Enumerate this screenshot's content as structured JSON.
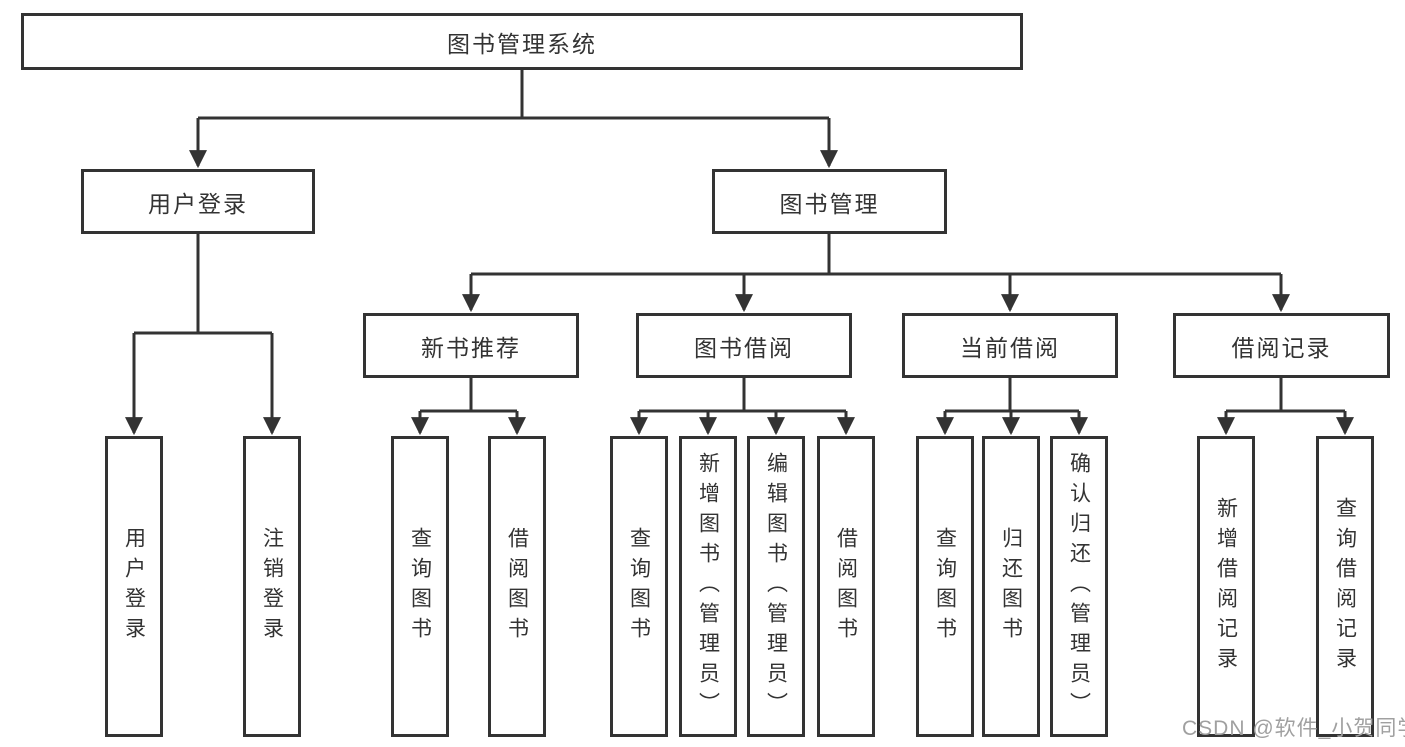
{
  "diagram": {
    "type": "hierarchy-tree",
    "colors": {
      "line": "#333333",
      "box_border": "#333333",
      "text": "#333333",
      "background": "#ffffff",
      "watermark": "#a0a0a0"
    },
    "watermark": "CSDN @软件_小贺同学"
  },
  "structure": {
    "label": "图书管理系统",
    "children": [
      {
        "label": "用户登录",
        "children": [
          {
            "label": "用户登录"
          },
          {
            "label": "注销登录"
          }
        ]
      },
      {
        "label": "图书管理",
        "children": [
          {
            "label": "新书推荐",
            "children": [
              {
                "label": "查询图书"
              },
              {
                "label": "借阅图书"
              }
            ]
          },
          {
            "label": "图书借阅",
            "children": [
              {
                "label": "查询图书"
              },
              {
                "label": "新增图书（管理员）"
              },
              {
                "label": "编辑图书（管理员）"
              },
              {
                "label": "借阅图书"
              }
            ]
          },
          {
            "label": "当前借阅",
            "children": [
              {
                "label": "查询图书"
              },
              {
                "label": "归还图书"
              },
              {
                "label": "确认归还（管理员）"
              }
            ]
          },
          {
            "label": "借阅记录",
            "children": [
              {
                "label": "新增借阅记录"
              },
              {
                "label": "查询借阅记录"
              }
            ]
          }
        ]
      }
    ]
  }
}
